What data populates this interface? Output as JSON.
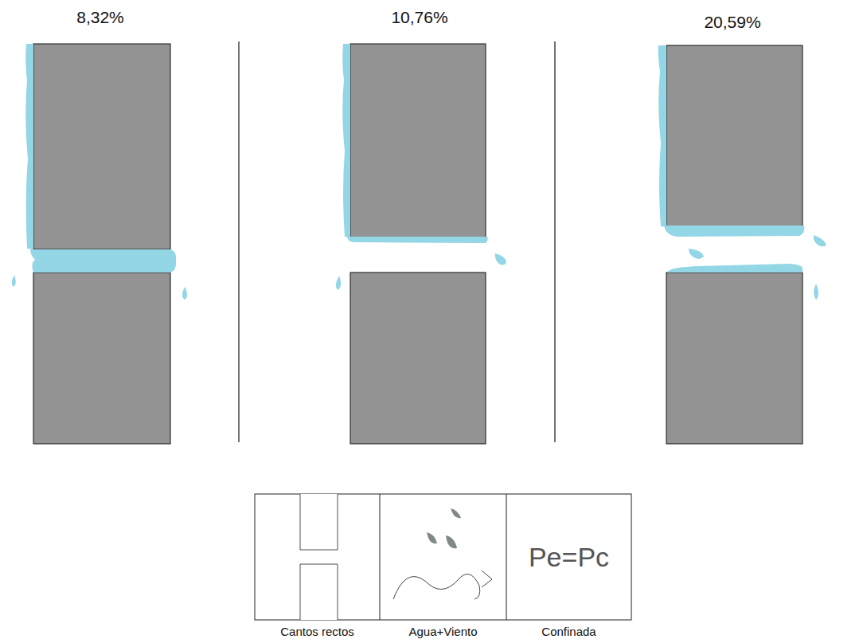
{
  "diagram": {
    "nodes": [
      {
        "text": [
          "Cantos rectos"
        ]
      },
      {
        "text": [
          "Agua+Viento"
        ]
      },
      {
        "text": [
          "Pe=Pc",
          "Confinada"
        ]
      }
    ],
    "edges": [],
    "labels": [
      "8,32%",
      "10,76%",
      "20,59%"
    ]
  }
}
